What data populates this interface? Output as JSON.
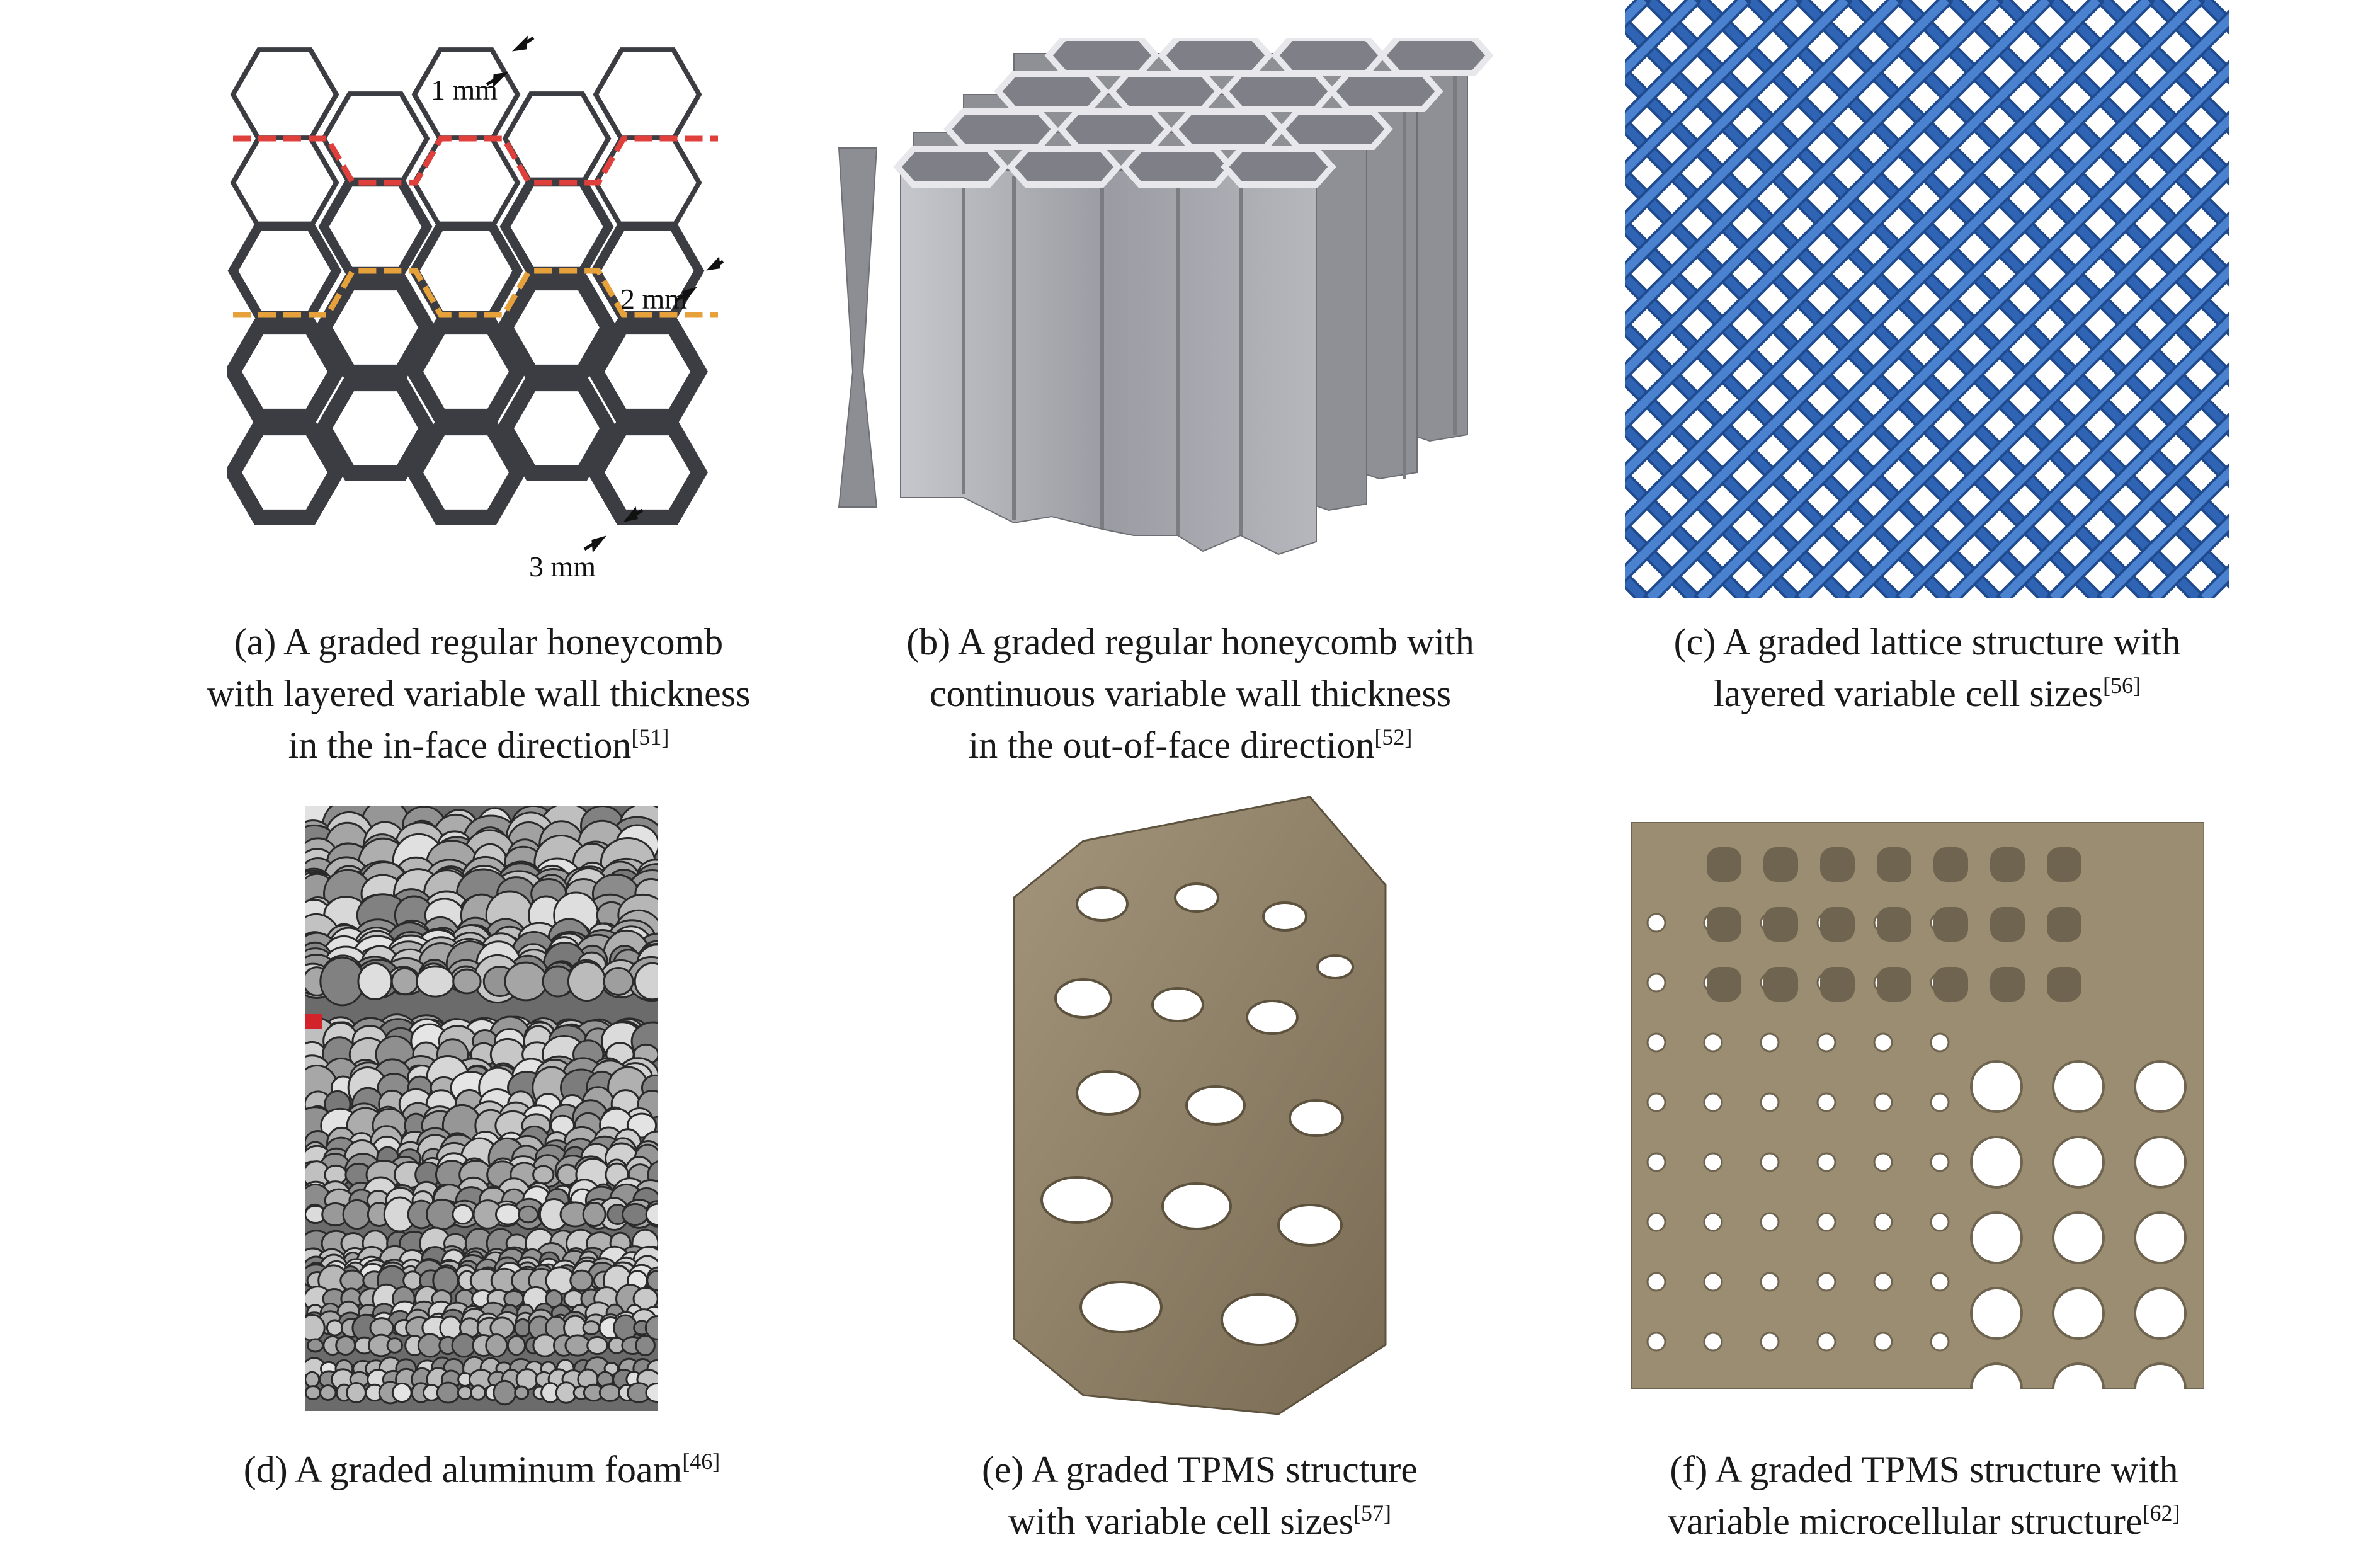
{
  "panels": {
    "a": {
      "dims": [
        "1 mm",
        "2 mm",
        "3 mm"
      ],
      "caption": [
        "(a) A graded regular honeycomb",
        "with layered variable wall thickness",
        "in the in-face direction"
      ],
      "ref": "[51]"
    },
    "b": {
      "caption": [
        "(b) A graded regular honeycomb with",
        "continuous variable wall thickness",
        "in the out-of-face direction"
      ],
      "ref": "[52]"
    },
    "c": {
      "caption": [
        "(c) A graded lattice structure with",
        "layered variable cell sizes"
      ],
      "ref": "[56]"
    },
    "d": {
      "caption": [
        "(d) A graded aluminum foam"
      ],
      "ref": "[46]"
    },
    "e": {
      "caption": [
        "(e) A graded TPMS structure",
        "with variable cell sizes"
      ],
      "ref": "[57]"
    },
    "f": {
      "caption": [
        "(f) A graded TPMS structure with",
        "variable microcellular structure"
      ],
      "ref": "[62]"
    }
  },
  "colors": {
    "honeycomb": "#3c3d42",
    "dash_red": "#e0403c",
    "dash_orange": "#e7a13a",
    "extrusion_face": "#9ea0a6",
    "extrusion_top": "#b3b4ba",
    "lattice_blue": "#2f64b4",
    "foam_gray": "#8a8a8a",
    "tpms_tan": "#8f8167"
  }
}
